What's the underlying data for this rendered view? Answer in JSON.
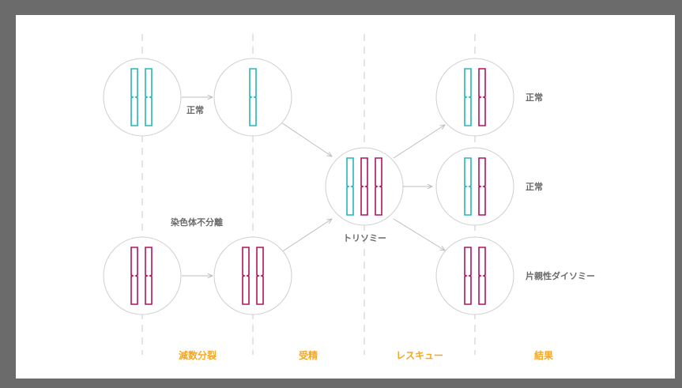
{
  "diagram": {
    "colors": {
      "background_frame": "#6b6b6b",
      "panel": "#ffffff",
      "circle_stroke": "#cfcfcf",
      "divider": "#c8c8c8",
      "arrow": "#bdbdbd",
      "chromosome_maternal": "#26b6b9",
      "chromosome_paternal": "#b1135f",
      "label_text": "#6a6a6a",
      "stage_text": "#f5a623"
    },
    "labels": {
      "normal_meiosis": "正常",
      "nondisjunction": "染色体不分離",
      "trisomy": "トリソミー",
      "result_normal_1": "正常",
      "result_normal_2": "正常",
      "result_upd": "片親性ダイソミー"
    },
    "stages": [
      "減数分裂",
      "受精",
      "レスキュー",
      "結果"
    ]
  }
}
